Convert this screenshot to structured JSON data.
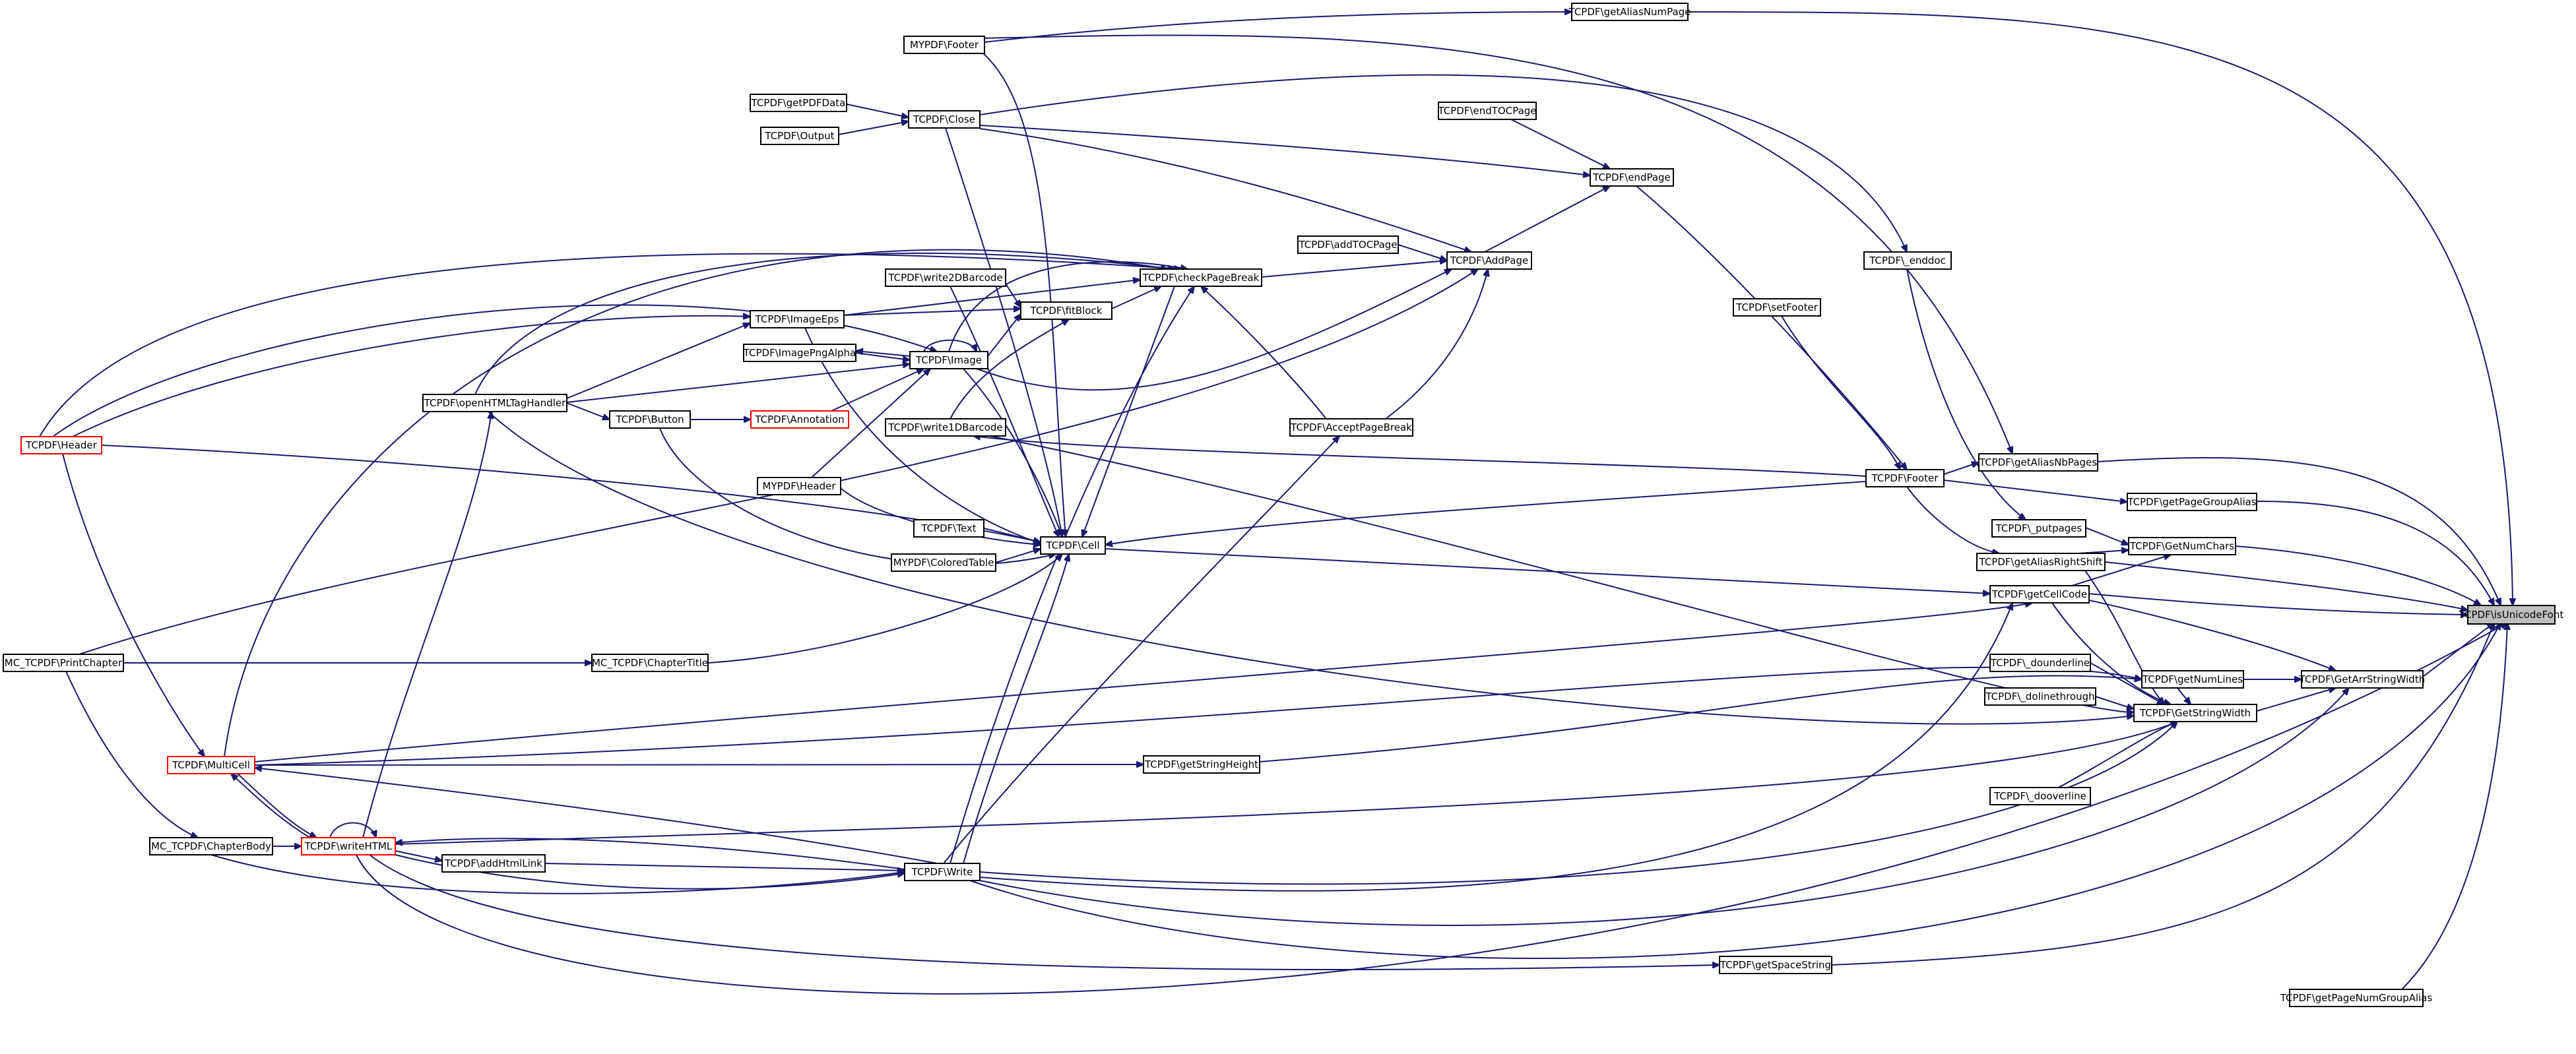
{
  "focus_node": "TCPDF\\isUnicodeFont",
  "nodes": [
    {
      "id": "isUnicodeFont",
      "label": "TCPDF\\isUnicodeFont"
    },
    {
      "id": "getAliasNumPage",
      "label": "TCPDF\\getAliasNumPage"
    },
    {
      "id": "myFooterTop",
      "label": "MYPDF\\Footer"
    },
    {
      "id": "getPDFData",
      "label": "TCPDF\\getPDFData"
    },
    {
      "id": "output",
      "label": "TCPDF\\Output"
    },
    {
      "id": "close",
      "label": "TCPDF\\Close"
    },
    {
      "id": "endTOCPage",
      "label": "TCPDF\\endTOCPage"
    },
    {
      "id": "endPage",
      "label": "TCPDF\\endPage"
    },
    {
      "id": "addTOCPage",
      "label": "TCPDF\\addTOCPage"
    },
    {
      "id": "addPage",
      "label": "TCPDF\\AddPage"
    },
    {
      "id": "enddoc",
      "label": "TCPDF\\_enddoc"
    },
    {
      "id": "checkPageBreak",
      "label": "TCPDF\\checkPageBreak"
    },
    {
      "id": "write2DBarcode",
      "label": "TCPDF\\write2DBarcode"
    },
    {
      "id": "fitBlock",
      "label": "TCPDF\\fitBlock"
    },
    {
      "id": "imageEps",
      "label": "TCPDF\\ImageEps"
    },
    {
      "id": "setFooter",
      "label": "TCPDF\\setFooter"
    },
    {
      "id": "imagePngAlpha",
      "label": "TCPDF\\ImagePngAlpha"
    },
    {
      "id": "image",
      "label": "TCPDF\\Image"
    },
    {
      "id": "openHTMLTagHandler",
      "label": "TCPDF\\openHTMLTagHandler"
    },
    {
      "id": "button",
      "label": "TCPDF\\Button"
    },
    {
      "id": "annotation",
      "label": "TCPDF\\Annotation"
    },
    {
      "id": "write1DBarcode",
      "label": "TCPDF\\write1DBarcode"
    },
    {
      "id": "acceptPageBreak",
      "label": "TCPDF\\AcceptPageBreak"
    },
    {
      "id": "header",
      "label": "TCPDF\\Header"
    },
    {
      "id": "getAliasNbPages",
      "label": "TCPDF\\getAliasNbPages"
    },
    {
      "id": "footer",
      "label": "TCPDF\\Footer"
    },
    {
      "id": "myHeader",
      "label": "MYPDF\\Header"
    },
    {
      "id": "getPageGroupAlias",
      "label": "TCPDF\\getPageGroupAlias"
    },
    {
      "id": "putpages",
      "label": "TCPDF\\_putpages"
    },
    {
      "id": "text",
      "label": "TCPDF\\Text"
    },
    {
      "id": "getNumChars",
      "label": "TCPDF\\GetNumChars"
    },
    {
      "id": "cell",
      "label": "TCPDF\\Cell"
    },
    {
      "id": "coloredTable",
      "label": "MYPDF\\ColoredTable"
    },
    {
      "id": "getAliasRightShift",
      "label": "TCPDF\\getAliasRightShift"
    },
    {
      "id": "getCellCode",
      "label": "TCPDF\\getCellCode"
    },
    {
      "id": "printChapter",
      "label": "MC_TCPDF\\PrintChapter"
    },
    {
      "id": "chapterTitle",
      "label": "MC_TCPDF\\ChapterTitle"
    },
    {
      "id": "dounderline",
      "label": "TCPDF\\_dounderline"
    },
    {
      "id": "getNumLines",
      "label": "TCPDF\\getNumLines"
    },
    {
      "id": "getArrStringWidth",
      "label": "TCPDF\\GetArrStringWidth"
    },
    {
      "id": "dolinethrough",
      "label": "TCPDF\\_dolinethrough"
    },
    {
      "id": "getStringWidth",
      "label": "TCPDF\\GetStringWidth"
    },
    {
      "id": "multiCell",
      "label": "TCPDF\\MultiCell"
    },
    {
      "id": "getStringHeight",
      "label": "TCPDF\\getStringHeight"
    },
    {
      "id": "dooverline",
      "label": "TCPDF\\_dooverline"
    },
    {
      "id": "chapterBody",
      "label": "MC_TCPDF\\ChapterBody"
    },
    {
      "id": "writeHTML",
      "label": "TCPDF\\writeHTML"
    },
    {
      "id": "addHtmlLink",
      "label": "TCPDF\\addHtmlLink"
    },
    {
      "id": "write",
      "label": "TCPDF\\Write"
    },
    {
      "id": "getSpaceString",
      "label": "TCPDF\\getSpaceString"
    },
    {
      "id": "getPageNumGroupAlias",
      "label": "TCPDF\\getPageNumGroupAlias"
    }
  ]
}
